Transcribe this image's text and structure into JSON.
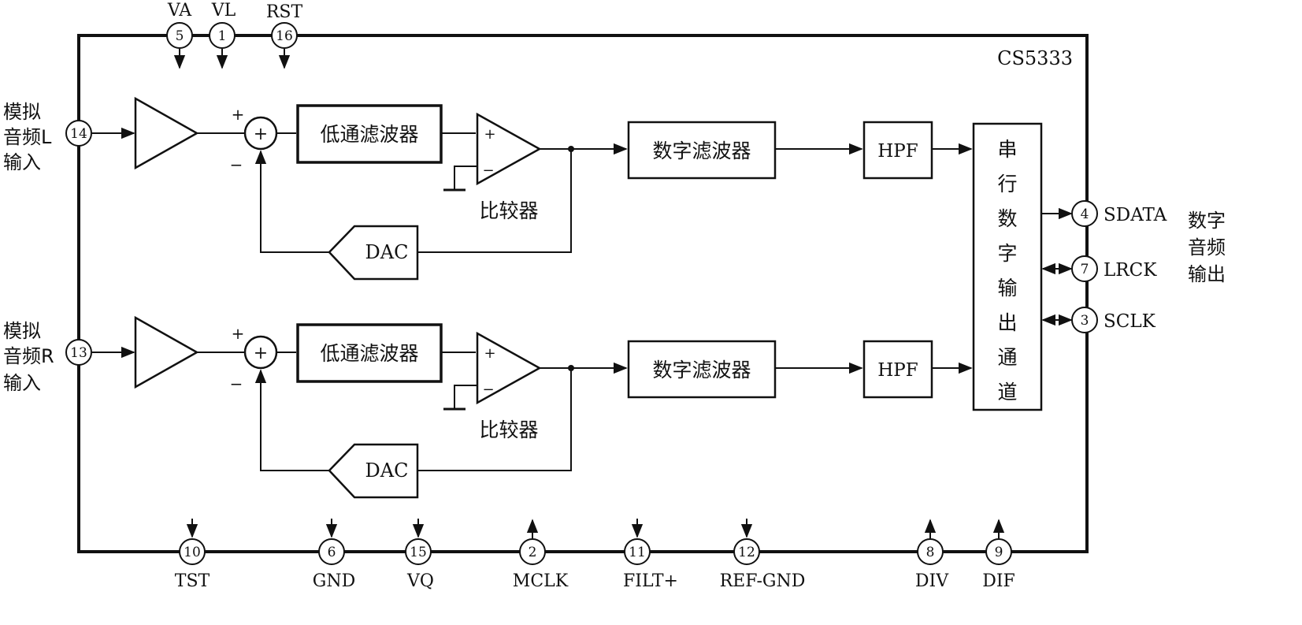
{
  "chip_name": "CS5333",
  "top_pins": [
    {
      "num": "5",
      "label": "VA"
    },
    {
      "num": "1",
      "label": "VL"
    },
    {
      "num": "16",
      "label": "RST"
    }
  ],
  "bottom_pins": [
    {
      "num": "10",
      "label": "TST"
    },
    {
      "num": "6",
      "label": "GND"
    },
    {
      "num": "15",
      "label": "VQ"
    },
    {
      "num": "2",
      "label": "MCLK"
    },
    {
      "num": "11",
      "label": "FILT+"
    },
    {
      "num": "12",
      "label": "REF-GND"
    },
    {
      "num": "8",
      "label": "DIV"
    },
    {
      "num": "9",
      "label": "DIF"
    }
  ],
  "right_pins": [
    {
      "num": "4",
      "label": "SDATA"
    },
    {
      "num": "7",
      "label": "LRCK"
    },
    {
      "num": "3",
      "label": "SCLK"
    }
  ],
  "left_input": {
    "num": "14",
    "line1": "模拟",
    "line2": "音频L",
    "line3": "输入"
  },
  "right_input": {
    "num": "13",
    "line1": "模拟",
    "line2": "音频R",
    "line3": "输入"
  },
  "output_label": {
    "line1": "数字",
    "line2": "音频",
    "line3": "输出"
  },
  "blocks": {
    "lowpass": "低通滤波器",
    "comparator": "比较器",
    "dac": "DAC",
    "digital_filter": "数字滤波器",
    "hpf": "HPF",
    "serial_output_chars": [
      "串",
      "行",
      "数",
      "字",
      "输",
      "出",
      "通",
      "道"
    ]
  },
  "signs": {
    "plus": "+",
    "minus": "−",
    "sum": "+"
  }
}
